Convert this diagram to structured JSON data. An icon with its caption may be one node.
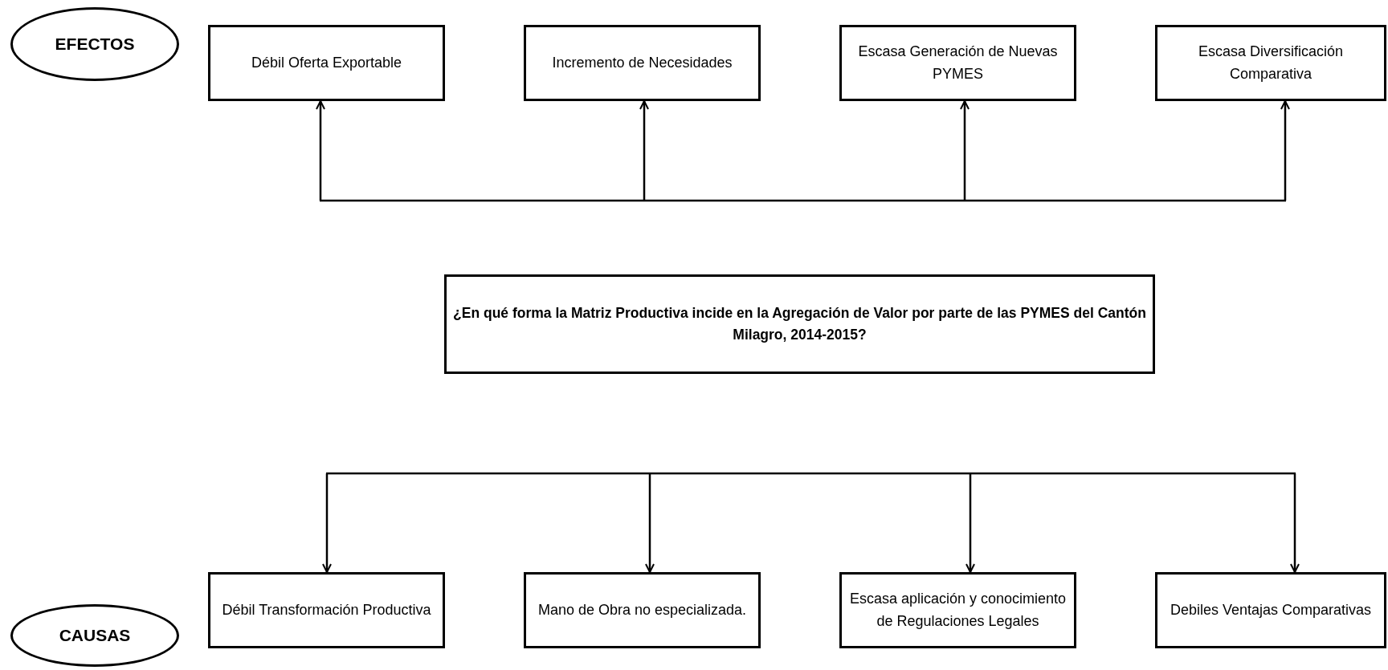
{
  "diagram": {
    "nodes": [
      {
        "text": [
          "EFECTOS"
        ]
      },
      {
        "text": [
          "Débil Oferta Exportable"
        ]
      },
      {
        "text": [
          "Incremento de Necesidades"
        ]
      },
      {
        "text": [
          "Escasa Generación de Nuevas PYMES"
        ]
      },
      {
        "text": [
          "Escasa Diversificación Comparativa"
        ]
      },
      {
        "text": [
          "¿En qué forma la Matriz Productiva incide en la Agregación de Valor por parte de las PYMES del Cantón Milagro, 2014-2015?"
        ]
      },
      {
        "text": [
          "Débil Transformación Productiva"
        ]
      },
      {
        "text": [
          "Mano de Obra no especializada."
        ]
      },
      {
        "text": [
          "Escasa aplicación y conocimiento de Regulaciones Legales"
        ]
      },
      {
        "text": [
          "Debiles Ventajas Comparativas"
        ]
      },
      {
        "text": [
          "CAUSAS"
        ]
      }
    ],
    "edges": [
      {
        "from": null,
        "to": 1,
        "arrow": "to"
      },
      {
        "from": null,
        "to": 2,
        "arrow": "to"
      },
      {
        "from": null,
        "to": 3,
        "arrow": "to"
      },
      {
        "from": null,
        "to": 4,
        "arrow": "to"
      },
      {
        "from": null,
        "to": 6,
        "arrow": "to"
      },
      {
        "from": null,
        "to": 7,
        "arrow": "to"
      },
      {
        "from": null,
        "to": 8,
        "arrow": "to"
      },
      {
        "from": null,
        "to": 9,
        "arrow": "to"
      }
    ]
  }
}
